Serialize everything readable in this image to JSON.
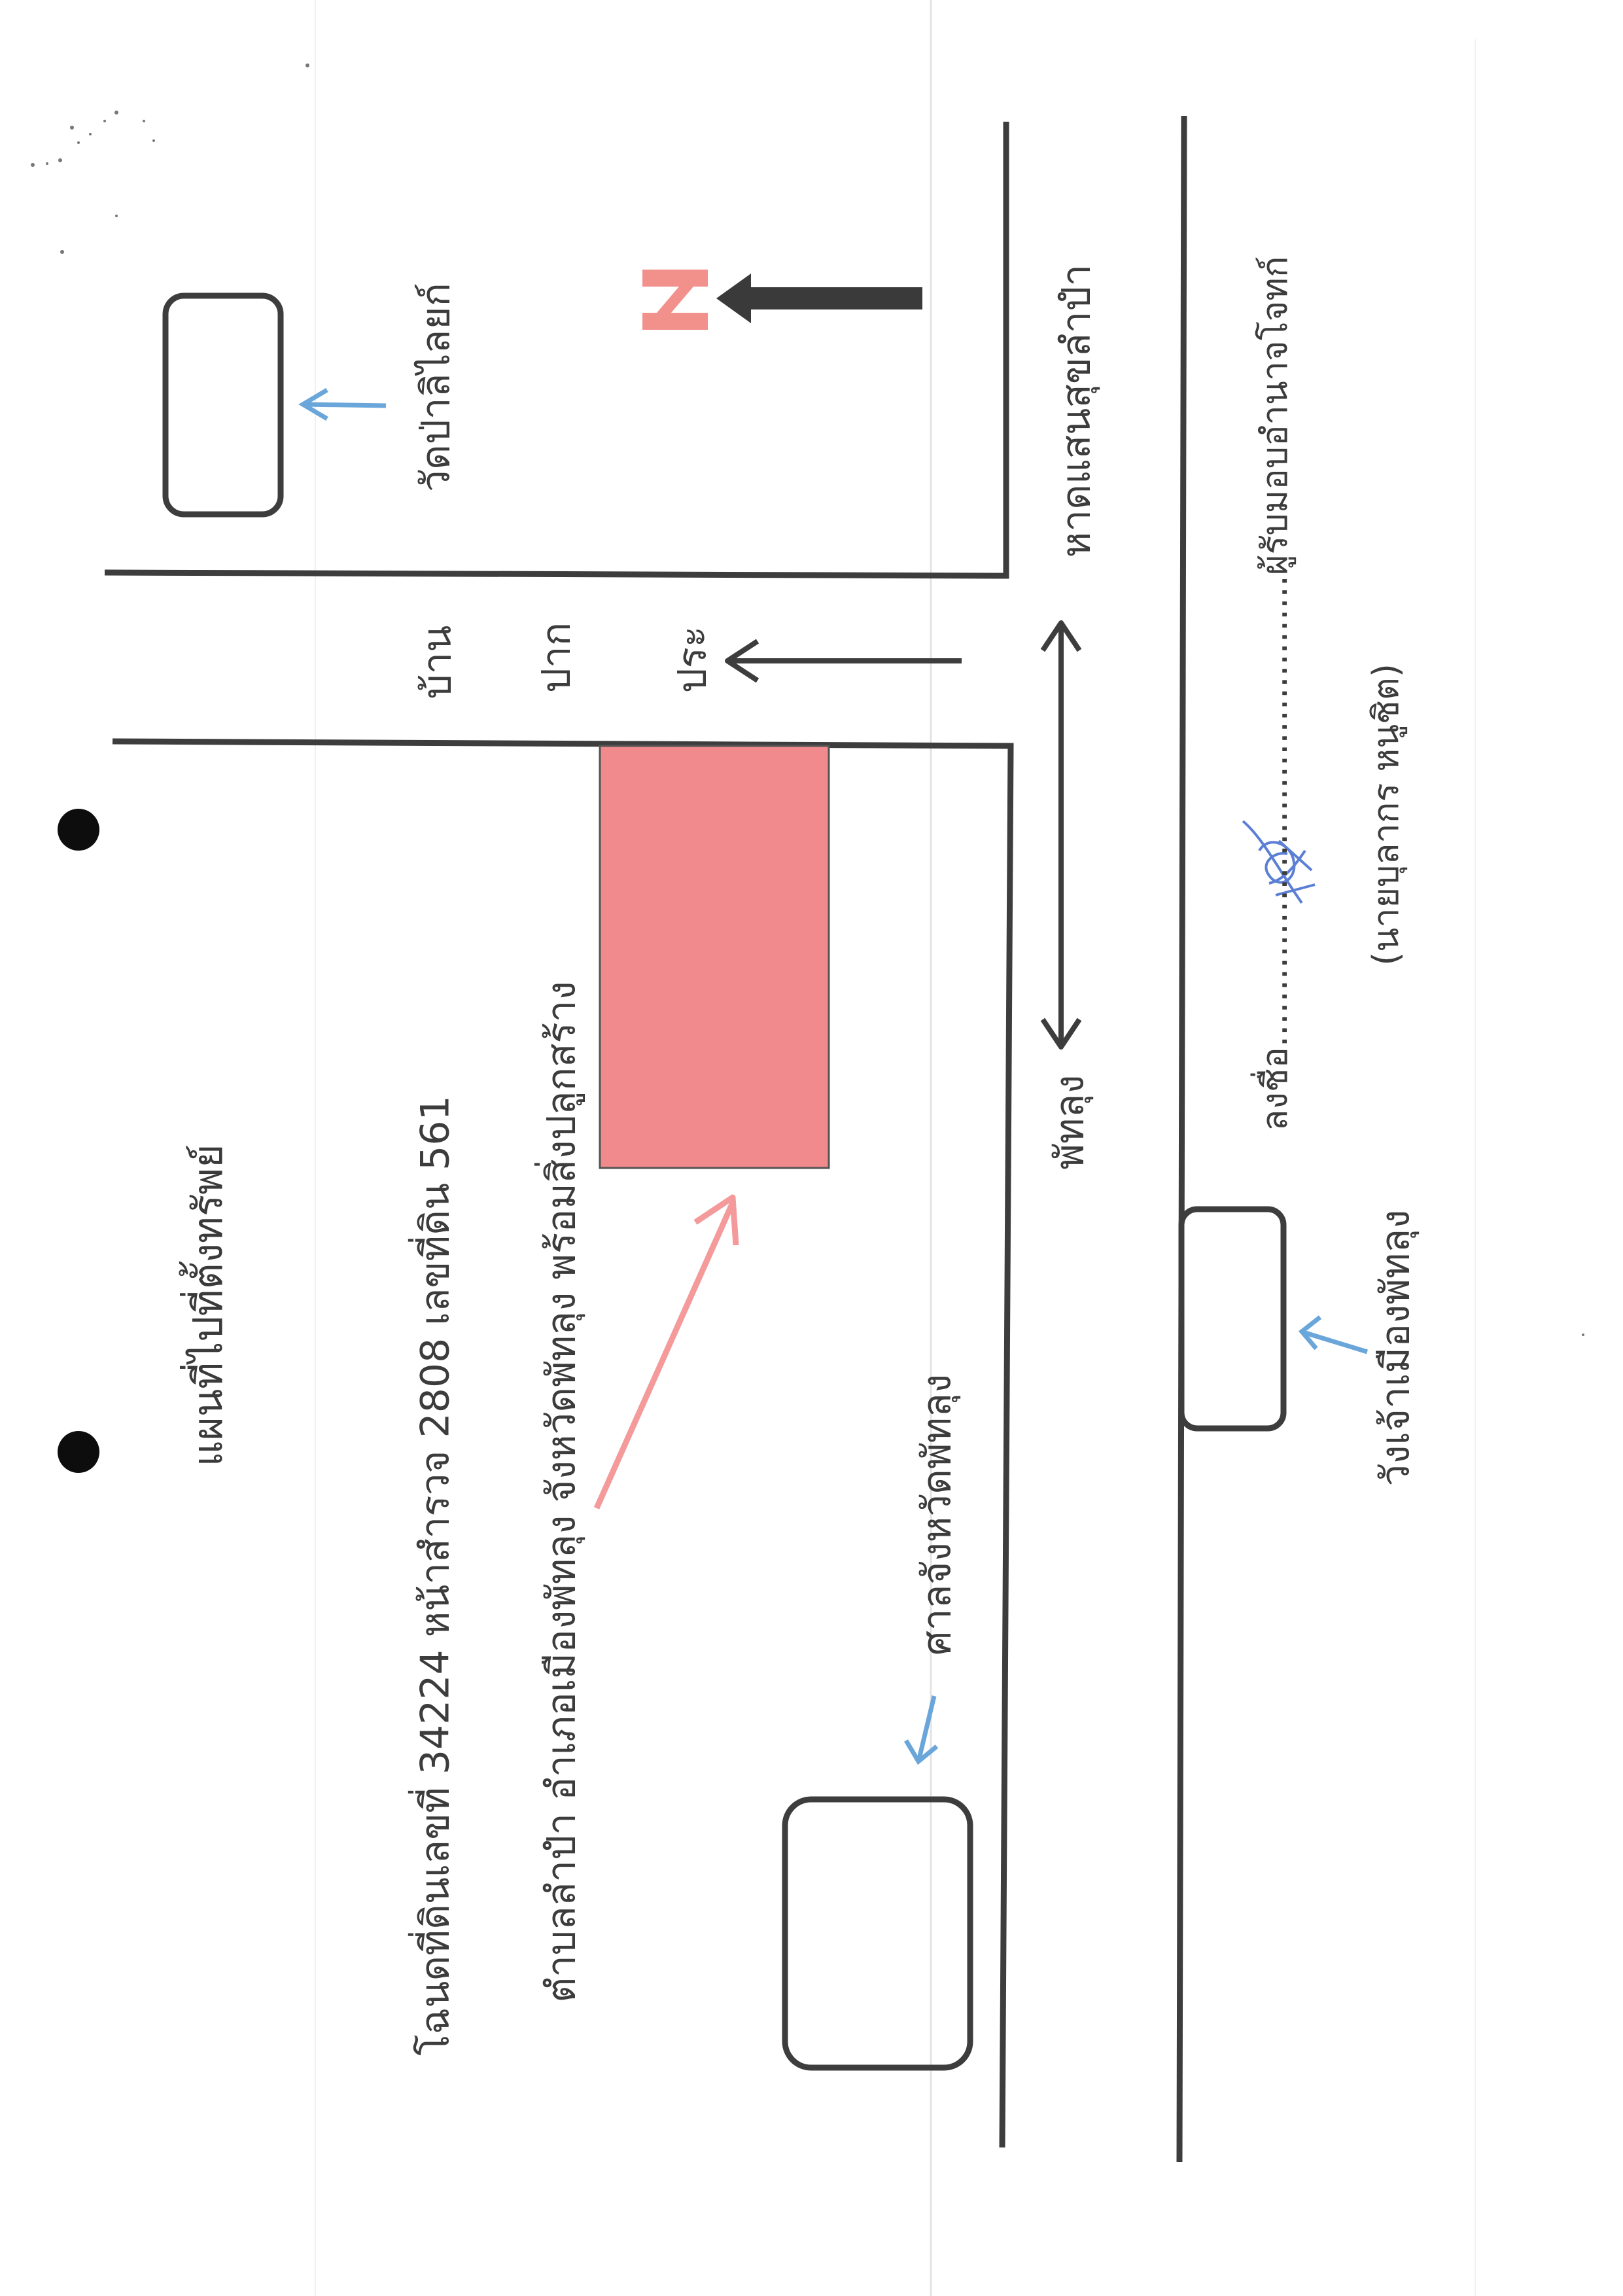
{
  "document": {
    "title": "แผนที่ไปที่ตั้งทรัพย์",
    "land_line": "โฉนดที่ดินเลขที่ 34224 หน้าสำรวจ 2808 เลขที่ดิน 561",
    "location_line": "ตำบลลำปำ อำเภอเมืองพัทลุง จังหวัดพัทลุง พร้อมสิ่งปลูกสร้าง"
  },
  "map": {
    "north_label": "N",
    "landmarks": {
      "temple": "วัดป่าลิไลยก์",
      "court": "ศาลจังหวัดพัทลุง",
      "palace": "วังเจ้าเมืองพัทลุง"
    },
    "roads": {
      "village_word_1": "บ้าน",
      "village_word_2": "ปาก",
      "village_word_3": "ประ",
      "beach": "หาดแสนสุขลำปำ",
      "city": "พัทลุง"
    },
    "colors": {
      "road": "#3d3d3d",
      "property": "#f08a8c",
      "pointer": "#f49a9a",
      "landmark_arrow": "#6aa6da",
      "north_letter": "#f2908c",
      "signature": "#5b7fd4"
    }
  },
  "signature": {
    "sign_line": "ลงชื่อ..........................................ผู้รับมอบอำนาจโจทก์",
    "name": "(นายบุลากร    หนูชิต)"
  }
}
